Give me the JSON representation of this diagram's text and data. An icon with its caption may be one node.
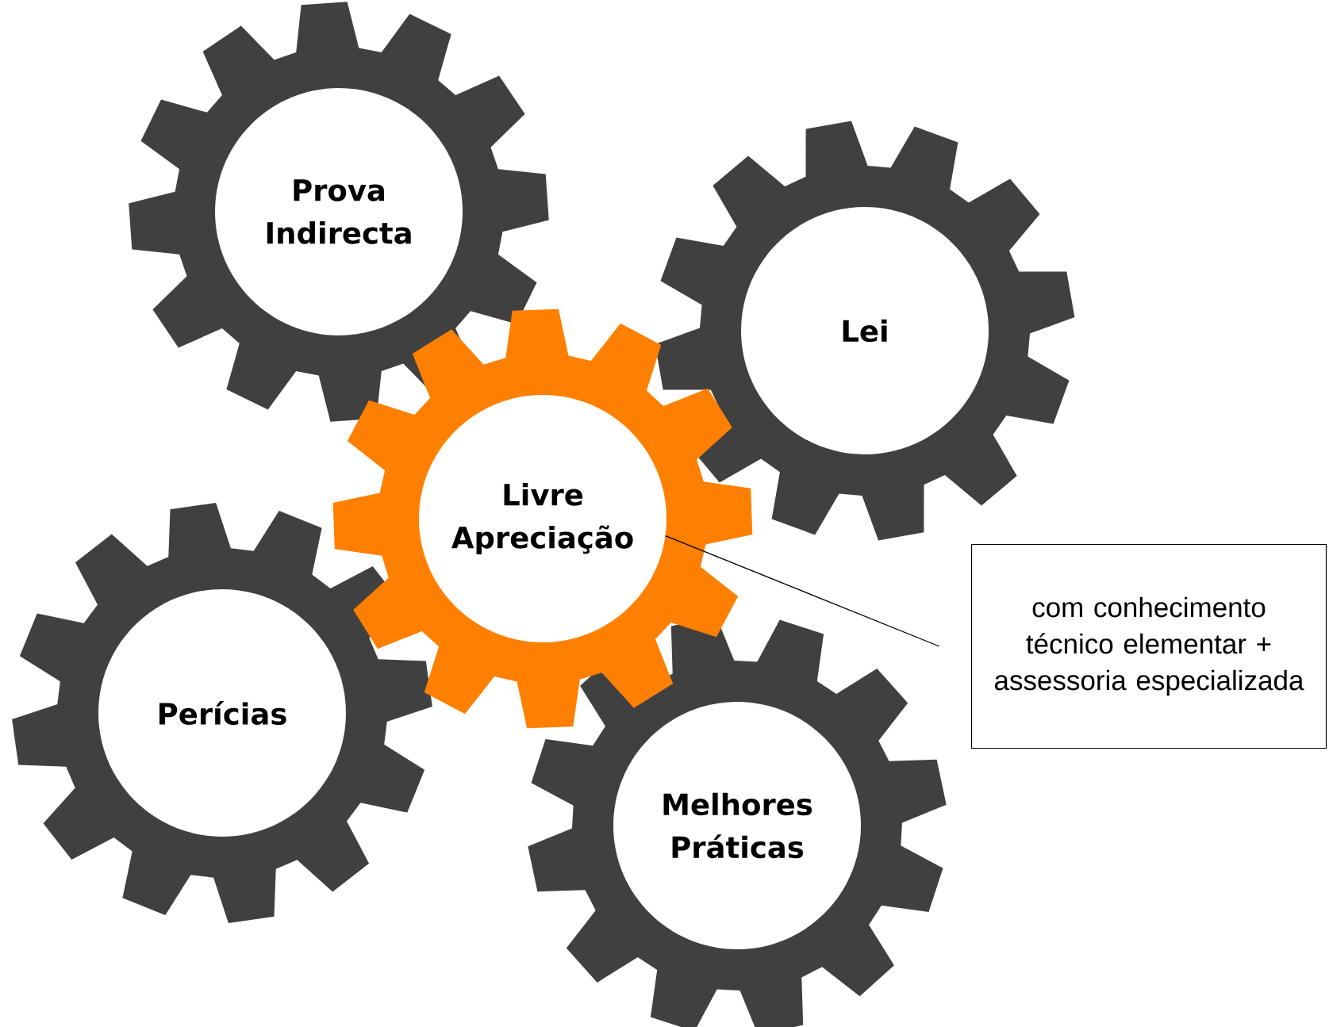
{
  "diagram": {
    "nodes": [
      {
        "text": [
          "Prova Indirecta"
        ]
      },
      {
        "text": [
          "Lei"
        ]
      },
      {
        "text": [
          "Livre Apreciação"
        ]
      },
      {
        "text": [
          "Perícias"
        ]
      },
      {
        "text": [
          "Melhores Práticas"
        ]
      },
      {
        "text": [
          "com conhecimento técnico elementar + assessoria especializada"
        ]
      }
    ],
    "edges": [
      {
        "from": 5,
        "to": 2,
        "arrow": "none"
      }
    ]
  }
}
